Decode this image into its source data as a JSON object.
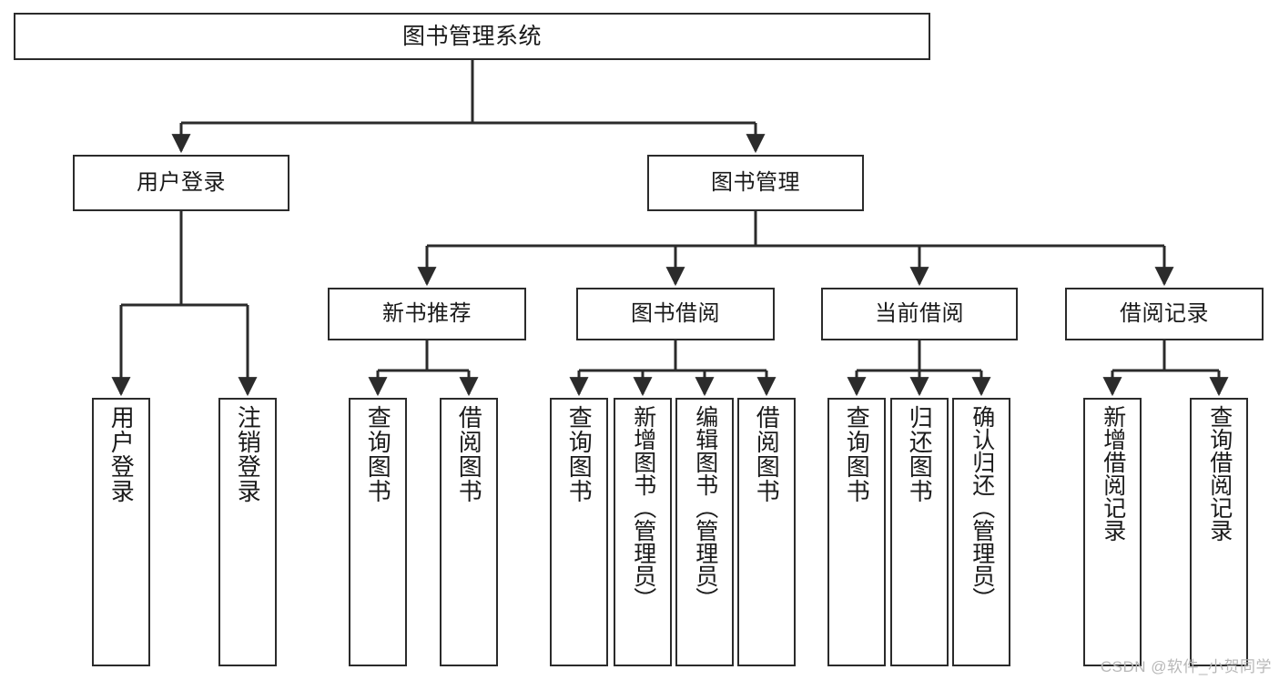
{
  "diagram": {
    "title": "图书管理系统",
    "type": "tree-hierarchy",
    "colors": {
      "stroke": "#2b2b2b",
      "fill": "#ffffff",
      "text": "#1a1a1a",
      "watermark": "#b8b8b8"
    },
    "root": {
      "label": "图书管理系统"
    },
    "level2": [
      {
        "label": "用户登录"
      },
      {
        "label": "图书管理"
      }
    ],
    "level3": [
      {
        "label": "新书推荐"
      },
      {
        "label": "图书借阅"
      },
      {
        "label": "当前借阅"
      },
      {
        "label": "借阅记录"
      }
    ],
    "leaves": {
      "user_login": [
        {
          "label": "用户登录"
        },
        {
          "label": "注销登录"
        }
      ],
      "new_book_recommend": [
        {
          "label": "查询图书"
        },
        {
          "label": "借阅图书"
        }
      ],
      "book_borrow": [
        {
          "label": "查询图书"
        },
        {
          "label": "新增图书（管理员）"
        },
        {
          "label": "编辑图书（管理员）"
        },
        {
          "label": "借阅图书"
        }
      ],
      "current_borrow": [
        {
          "label": "查询图书"
        },
        {
          "label": "归还图书"
        },
        {
          "label": "确认归还（管理员）"
        }
      ],
      "borrow_records": [
        {
          "label": "新增借阅记录"
        },
        {
          "label": "查询借阅记录"
        }
      ]
    }
  },
  "watermark": {
    "text": "CSDN @软件_小贺同学"
  }
}
